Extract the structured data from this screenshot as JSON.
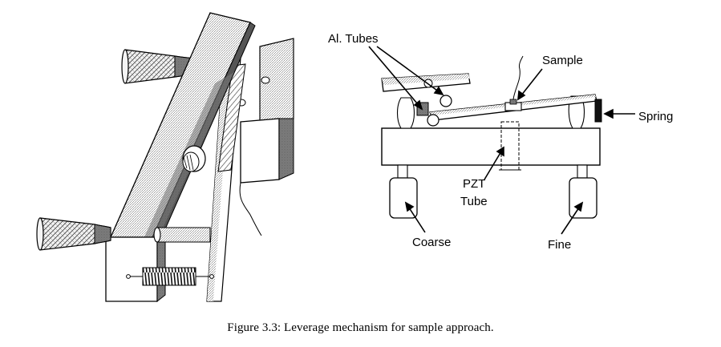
{
  "labels": {
    "al_tubes": "Al. Tubes",
    "sample": "Sample",
    "spring": "Spring",
    "pzt": "PZT",
    "tube": "Tube",
    "coarse": "Coarse",
    "fine": "Fine"
  },
  "caption": "Figure 3.3: Leverage mechanism for sample approach."
}
